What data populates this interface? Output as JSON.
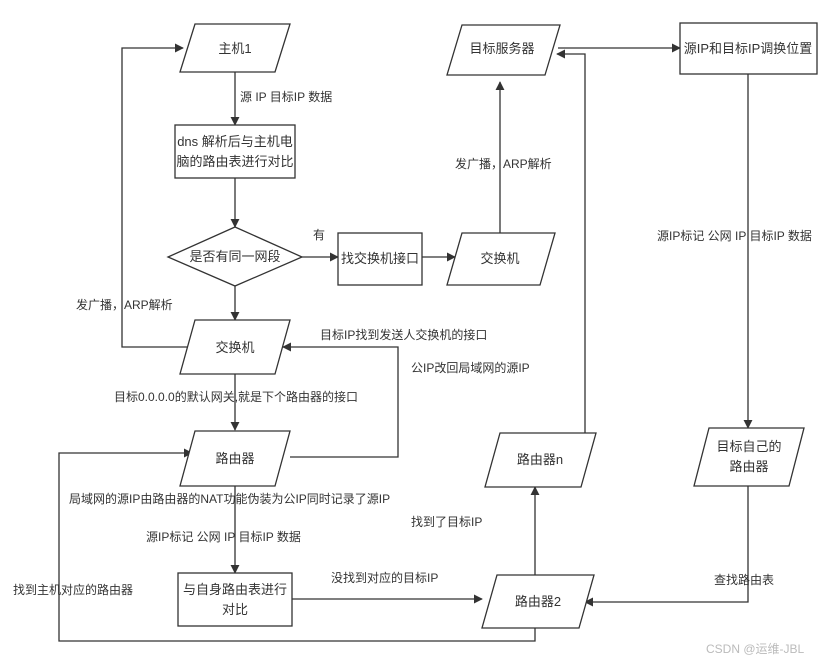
{
  "nodes": {
    "host1": "主机1",
    "dns_compare_l1": "dns 解析后与主机电",
    "dns_compare_l2": "脑的路由表进行对比",
    "same_segment": "是否有同一网段",
    "find_switch_port": "找交换机接口",
    "switch_right": "交换机",
    "target_server": "目标服务器",
    "swap_ip": "源IP和目标IP调换位置",
    "switch_left": "交换机",
    "router": "路由器",
    "router_n": "路由器n",
    "target_router_l1": "目标自己的",
    "target_router_l2": "路由器",
    "self_compare_l1": "与自身路由表进行",
    "self_compare_l2": "对比",
    "router2": "路由器2"
  },
  "labels": {
    "src_dst_ip_data": "源 IP 目标IP 数据",
    "yes": "有",
    "broadcast_arp_right": "发广播，ARP解析",
    "broadcast_arp_left": "发广播，ARP解析",
    "target_ip_sender_port": "目标IP找到发送人交换机的接口",
    "public_ip_to_lan": "公IP改回局域网的源IP",
    "default_gateway": "目标0.0.0.0的默认网关,就是下个路由器的接口",
    "nat_note": "局域网的源IP由路由器的NAT功能伪装为公IP同时记录了源IP",
    "src_tag_pub_data_left": "源IP标记 公网 IP 目标IP 数据",
    "src_tag_pub_data_right": "源IP标记 公网 IP 目标IP 数据",
    "found_target_ip": "找到了目标IP",
    "not_found_target_ip": "没找到对应的目标IP",
    "find_host_router": "找到主机对应的路由器",
    "lookup_routing_table": "查找路由表"
  },
  "watermark": "CSDN @运维-JBL",
  "colors": {
    "stroke": "#333333",
    "fill": "#ffffff",
    "text": "#333333"
  }
}
